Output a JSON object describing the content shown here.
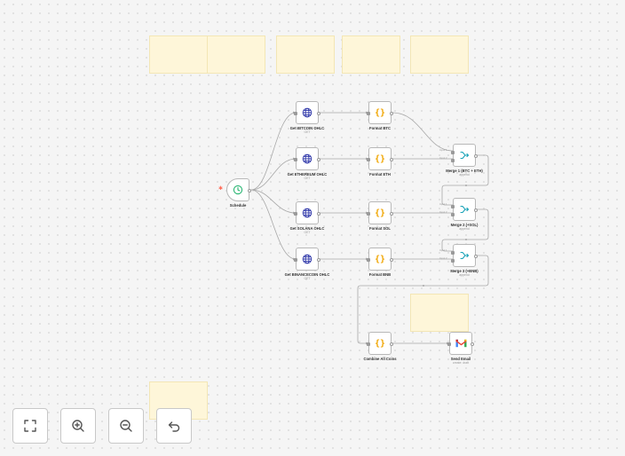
{
  "nodes": {
    "schedule": {
      "label": "Schedule"
    },
    "get_btc": {
      "label": "Get BITCOIN OHLC",
      "sub": "GET"
    },
    "get_eth": {
      "label": "Get ETHEREUM OHLC",
      "sub": "GET"
    },
    "get_sol": {
      "label": "Get SOLANA OHLC",
      "sub": "GET"
    },
    "get_bnb": {
      "label": "Get BINANCECOIN OHLC",
      "sub": "GET"
    },
    "format_btc": {
      "label": "Format BTC"
    },
    "format_eth": {
      "label": "Format ETH"
    },
    "format_sol": {
      "label": "Format SOL"
    },
    "format_bnb": {
      "label": "Format BNB"
    },
    "merge1": {
      "label": "Merge 1 (BTC + ETH)",
      "sub": "append",
      "in1": "Input 1",
      "in2": "Input 2"
    },
    "merge2": {
      "label": "Merge 2 (+SOL)",
      "sub": "append",
      "in1": "Input 1",
      "in2": "Input 2"
    },
    "merge3": {
      "label": "Merge 3 (+BNB)",
      "sub": "append",
      "in1": "Input 1",
      "in2": "Input 2"
    },
    "combine": {
      "label": "Combine All Coins"
    },
    "send_email": {
      "label": "Send Email",
      "sub": "create: draft"
    }
  },
  "colors": {
    "accent": "#ff6d5a",
    "http": "#2d35a8",
    "code": "#f0a500",
    "merge": "#1aa3b8",
    "schedule": "#2bb673",
    "sticky": "#fef6d9"
  },
  "icons": {
    "schedule": "clock-icon",
    "http": "globe-icon",
    "code": "braces-icon",
    "merge": "merge-icon",
    "gmail": "gmail-icon",
    "fit": "fit-view-icon",
    "zoom_in": "zoom-in-icon",
    "zoom_out": "zoom-out-icon",
    "undo": "undo-icon"
  }
}
